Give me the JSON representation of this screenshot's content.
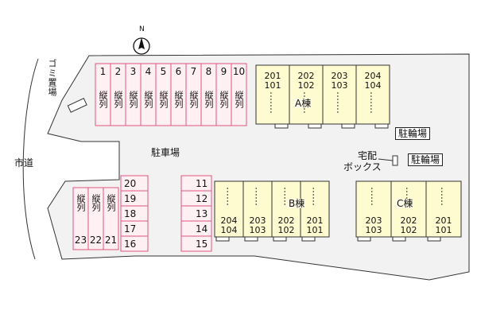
{
  "compass": {
    "label": "N"
  },
  "labels": {
    "road": "市道",
    "garbage": "ゴミ置場",
    "parking": "駐車場",
    "bike_a": "駐輪場",
    "bike_b": "駐輪場",
    "delivery_line1": "宅配",
    "delivery_line2": "ボックス"
  },
  "parking_top": {
    "numbers": [
      "1",
      "2",
      "3",
      "4",
      "5",
      "6",
      "7",
      "8",
      "9",
      "10"
    ],
    "sub": "縦列"
  },
  "parking_mid": [
    "20",
    "19",
    "18",
    "17",
    "16"
  ],
  "parking_right": [
    "11",
    "12",
    "13",
    "14",
    "15"
  ],
  "parking_left": {
    "sub": "縦列",
    "numbers": [
      "23",
      "22",
      "21"
    ]
  },
  "building_a": {
    "name": "A棟",
    "units": [
      {
        "top": "201",
        "bottom": "101"
      },
      {
        "top": "202",
        "bottom": "102"
      },
      {
        "top": "203",
        "bottom": "103"
      },
      {
        "top": "204",
        "bottom": "104"
      }
    ]
  },
  "building_b": {
    "name": "B棟",
    "units": [
      {
        "top": "204",
        "bottom": "104"
      },
      {
        "top": "203",
        "bottom": "103"
      },
      {
        "top": "202",
        "bottom": "102"
      },
      {
        "top": "201",
        "bottom": "101"
      }
    ]
  },
  "building_c": {
    "name": "C棟",
    "units": [
      {
        "top": "203",
        "bottom": "103"
      },
      {
        "top": "202",
        "bottom": "102"
      },
      {
        "top": "201",
        "bottom": "101"
      }
    ]
  },
  "colors": {
    "lot": "#f2f2f2",
    "lot_border": "#333333",
    "parking_fill": "#fff0f4",
    "parking_border": "#e0557e",
    "building_fill": "#fffbd0",
    "building_border": "#333333"
  }
}
